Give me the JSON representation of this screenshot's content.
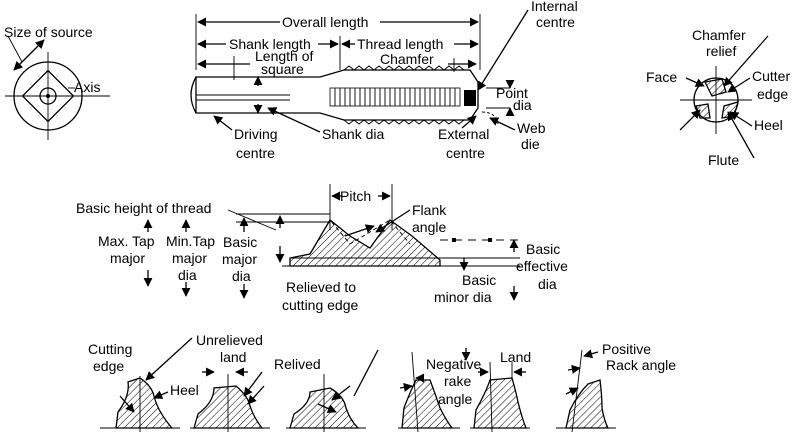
{
  "labels": {
    "size_of_source": "Size of source",
    "axis": "Axis",
    "overall_length": "Overall length",
    "internal_centre_1": "Internal",
    "internal_centre_2": "centre",
    "shank_length": "Shank length",
    "thread_length": "Thread length",
    "length_of_square_1": "Length of",
    "length_of_square_2": "square",
    "chamfer": "Chamfer",
    "point_dia_1": "Point",
    "point_dia_2": "dia",
    "web_die_1": "Web",
    "web_die_2": "die",
    "driving_centre_1": "Driving",
    "driving_centre_2": "centre",
    "shank_dia": "Shank dia",
    "external_centre_1": "External",
    "external_centre_2": "centre",
    "chamfer_relief_1": "Chamfer",
    "chamfer_relief_2": "relief",
    "face": "Face",
    "cutter_edge_1": "Cutter",
    "cutter_edge_2": "edge",
    "heel": "Heel",
    "flute": "Flute",
    "pitch": "Pitch",
    "basic_height": "Basic height of thread",
    "flank_angle_1": "Flank",
    "flank_angle_2": "angle",
    "max_tap_major_1": "Max. Tap",
    "max_tap_major_2": "major",
    "min_tap_major_1": "Min.Tap",
    "min_tap_major_2": "major",
    "min_tap_major_3": "dia",
    "basic_major_1": "Basic",
    "basic_major_2": "major",
    "basic_major_3": "dia",
    "basic_effective_1": "Basic",
    "basic_effective_2": "effective",
    "basic_effective_3": "dia",
    "basic_minor_1": "Basic",
    "basic_minor_2": "minor dia",
    "relieved_1": "Relieved to",
    "relieved_2": "cutting edge",
    "cutting_edge_1": "Cutting",
    "cutting_edge_2": "edge",
    "heel_2": "Heel",
    "unrelieved_1": "Unrelieved",
    "unrelieved_2": "land",
    "relived": "Relived",
    "negative_1": "Negative",
    "negative_2": "rake",
    "negative_3": "angle",
    "land": "Land",
    "positive_1": "Positive",
    "positive_2": "Rack angle"
  }
}
